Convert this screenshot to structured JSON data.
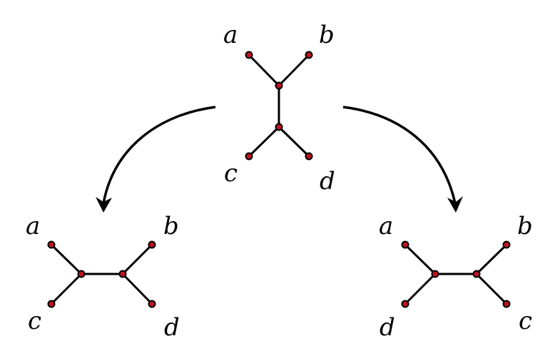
{
  "diagram": {
    "trees": [
      {
        "id": "top",
        "leaves": [
          "a",
          "b",
          "c",
          "d"
        ]
      },
      {
        "id": "left",
        "leaves": [
          "a",
          "b",
          "c",
          "d"
        ]
      },
      {
        "id": "right",
        "leaves": [
          "a",
          "b",
          "d",
          "c"
        ]
      }
    ],
    "colors": {
      "line": "#000000",
      "node_fill": "#c1121f"
    }
  }
}
